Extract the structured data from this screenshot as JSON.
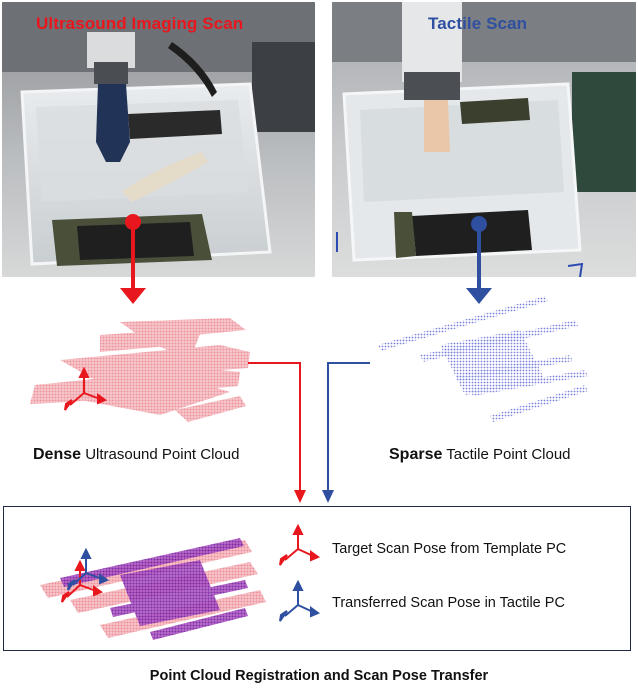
{
  "left_panel": {
    "title": "Ultrasound Imaging Scan",
    "title_color": "#e8171d"
  },
  "right_panel": {
    "title": "Tactile Scan",
    "title_color": "#2f4fa0"
  },
  "dense_caption": {
    "bold": "Dense",
    "rest": "Ultrasound Point Cloud"
  },
  "sparse_caption": {
    "bold": "Sparse",
    "rest": "Tactile Point Cloud"
  },
  "legend": {
    "target": "Target Scan Pose from Template PC",
    "transferred": "Transferred Scan Pose in Tactile PC"
  },
  "footer": "Point Cloud Registration and Scan Pose Transfer",
  "colors": {
    "red": "#e8171d",
    "blue": "#2f4fa0",
    "dense_cloud": "#f0a0a8",
    "sparse_cloud": "#8a8fe0",
    "registered_overlap": "#8a30b8"
  }
}
